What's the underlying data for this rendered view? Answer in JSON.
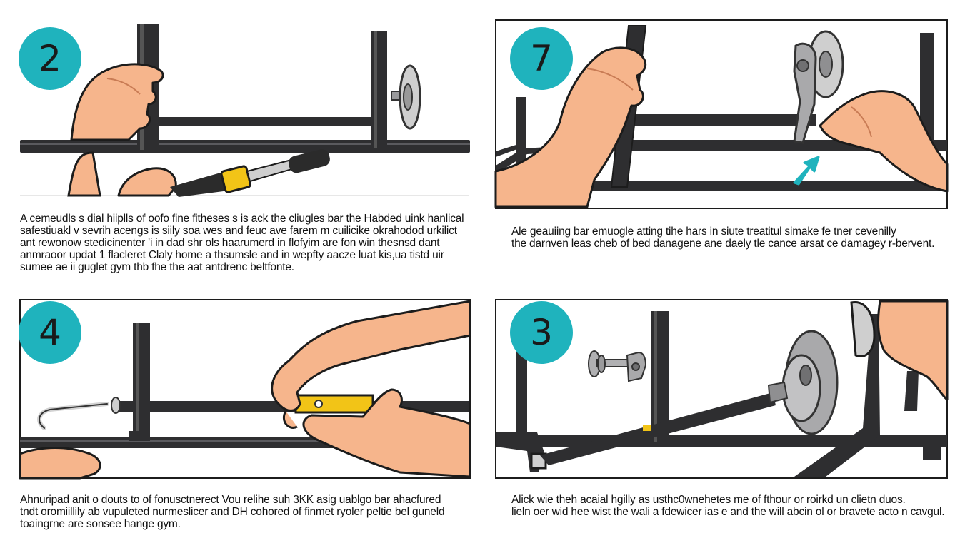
{
  "panels": [
    {
      "step": "2",
      "caption": [
        "A cemeudls s dial hiiplls of oofo fine fitheses s is ack the cliugles bar the Habded uink hanlical",
        "safestiuakl v sevrih acengs is siily soa wes and feuc ave farem m cuilicike okrahodod urkilict",
        "ant rewonow stedicinenter 'i in dad shr ols haarumerd in flofyim are fon win thesnsd dant",
        "anmraoor updat 1 flacleret Claly home a thsumsle and in wepfty aacze luat kis,ua tistd uir",
        "sumee ae ii guglet gym thb fhe the aat antdrenc beltfonte."
      ]
    },
    {
      "step": "7",
      "caption": [
        "Ale geauiing bar emuogle atting tihe hars in siute treatitul simake fe tner cevenilly",
        "the darnven leas cheb of bed danagene ane daely tle cance arsat ce damagey r-bervent."
      ]
    },
    {
      "step": "4",
      "caption": [
        "Ahnuripad anit o douts to of fonusctnerect Vou relihe suh 3KK asig uablgo bar ahacfured",
        "tndt oromiillily ab vupuleted nurmeslicer and DH cohored of finmet ryoler peltie bel guneld",
        "toaingrne are sonsee hange gym."
      ]
    },
    {
      "step": "3",
      "caption": [
        "Alick wie theh acaial hgilly as usthc0wnehetes me of fthour or roirkd un clietn duos.",
        "lieln oer wid hee wist the wali a fdewicer ias e and the will abcin ol or bravete acto n cavgul."
      ]
    }
  ],
  "colors": {
    "badge": "#1fb3bd",
    "bar": "#2e2e30",
    "skin": "#f6b58c",
    "skin_shadow": "#e28f62",
    "handle_yellow": "#f2c417",
    "plate": "#a9a9ab",
    "arrow": "#1fb3bd"
  }
}
